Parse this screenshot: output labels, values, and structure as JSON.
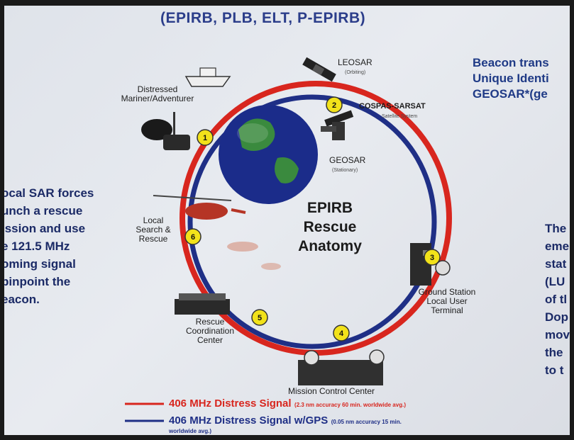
{
  "header": "(EPIRB, PLB, ELT, P-EPIRB)",
  "right_top": [
    "Beacon trans",
    "Unique Identi",
    "GEOSAR*(ge"
  ],
  "left_text": [
    "ocal SAR forces",
    "unch a rescue",
    "ission and use",
    "e 121.5 MHz",
    "oming signal",
    "pinpoint the",
    "eacon."
  ],
  "right_text": [
    "The",
    "eme",
    "stat",
    "(LU",
    "of tl",
    "Dop",
    "mov",
    "the",
    "to t"
  ],
  "center_title": [
    "EPIRB",
    "Rescue",
    "Anatomy"
  ],
  "labels": {
    "leosar": "LEOSAR",
    "leosar_sub": "(Orbiting)",
    "cospas": "COSPAS-SARSAT",
    "cospas_sub": "Satellite System",
    "geosar": "GEOSAR",
    "geosar_sub": "(Stationary)",
    "distressed": [
      "Distressed",
      "Mariner/Adventurer"
    ],
    "local_search": [
      "Local",
      "Search &",
      "Rescue"
    ],
    "ground_station": [
      "Ground Station",
      "Local User",
      "Terminal"
    ],
    "rcc": [
      "Rescue",
      "Coordination",
      "Center"
    ],
    "mcc": "Mission Control Center"
  },
  "steps": [
    "1",
    "2",
    "3",
    "4",
    "5",
    "6"
  ],
  "legend": {
    "red_main": "406 MHz Distress Signal",
    "red_detail": "(2.3 nm accuracy 60 min. worldwide avg.)",
    "blue_main": "406 MHz Distress Signal w/GPS",
    "blue_detail_1": "(0.05 nm accuracy 15 min.",
    "blue_detail_2": "worldwide avg.)"
  },
  "colors": {
    "red_orbit": "#d8261e",
    "blue_orbit": "#1f2f86",
    "step_badge": "#f2e21a",
    "globe": "#1b2c8a"
  },
  "icons": [
    "boat-icon",
    "satellite-icon",
    "geo-satellite-icon",
    "globe-icon",
    "helicopter-icon",
    "handheld-beacon-icon",
    "ground-station-icon",
    "rcc-building-icon",
    "mcc-building-icon"
  ]
}
